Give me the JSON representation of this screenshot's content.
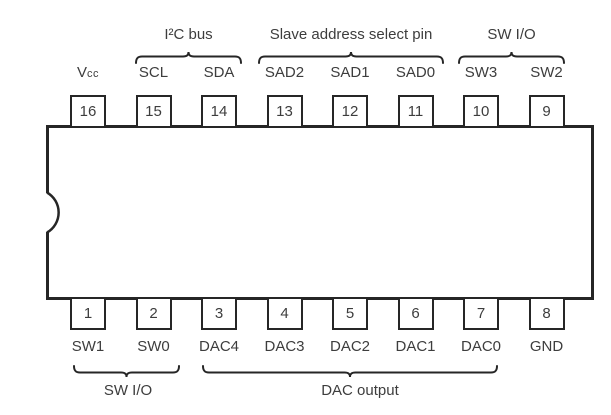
{
  "diagram": {
    "type": "ic-pinout",
    "package_pins": 16,
    "colors": {
      "line": "#262626",
      "text": "#3d3d3d",
      "background": "#ffffff"
    },
    "pins_top": [
      {
        "number": "16",
        "label": "Vcc",
        "label_main": "V",
        "label_sub": "cc"
      },
      {
        "number": "15",
        "label": "SCL"
      },
      {
        "number": "14",
        "label": "SDA"
      },
      {
        "number": "13",
        "label": "SAD2"
      },
      {
        "number": "12",
        "label": "SAD1"
      },
      {
        "number": "11",
        "label": "SAD0"
      },
      {
        "number": "10",
        "label": "SW3"
      },
      {
        "number": "9",
        "label": "SW2"
      }
    ],
    "pins_bottom": [
      {
        "number": "1",
        "label": "SW1"
      },
      {
        "number": "2",
        "label": "SW0"
      },
      {
        "number": "3",
        "label": "DAC4"
      },
      {
        "number": "4",
        "label": "DAC3"
      },
      {
        "number": "5",
        "label": "DAC2"
      },
      {
        "number": "6",
        "label": "DAC1"
      },
      {
        "number": "7",
        "label": "DAC0"
      },
      {
        "number": "8",
        "label": "GND"
      }
    ],
    "groups_top": [
      {
        "label": "I²C bus",
        "covers": [
          "SCL",
          "SDA"
        ]
      },
      {
        "label": "Slave address select pin",
        "covers": [
          "SAD2",
          "SAD1",
          "SAD0"
        ]
      },
      {
        "label": "SW I/O",
        "covers": [
          "SW3",
          "SW2"
        ]
      }
    ],
    "groups_bottom": [
      {
        "label": "SW I/O",
        "covers": [
          "SW1",
          "SW0"
        ]
      },
      {
        "label": "DAC output",
        "covers": [
          "DAC4",
          "DAC3",
          "DAC2",
          "DAC1",
          "DAC0"
        ]
      }
    ]
  }
}
